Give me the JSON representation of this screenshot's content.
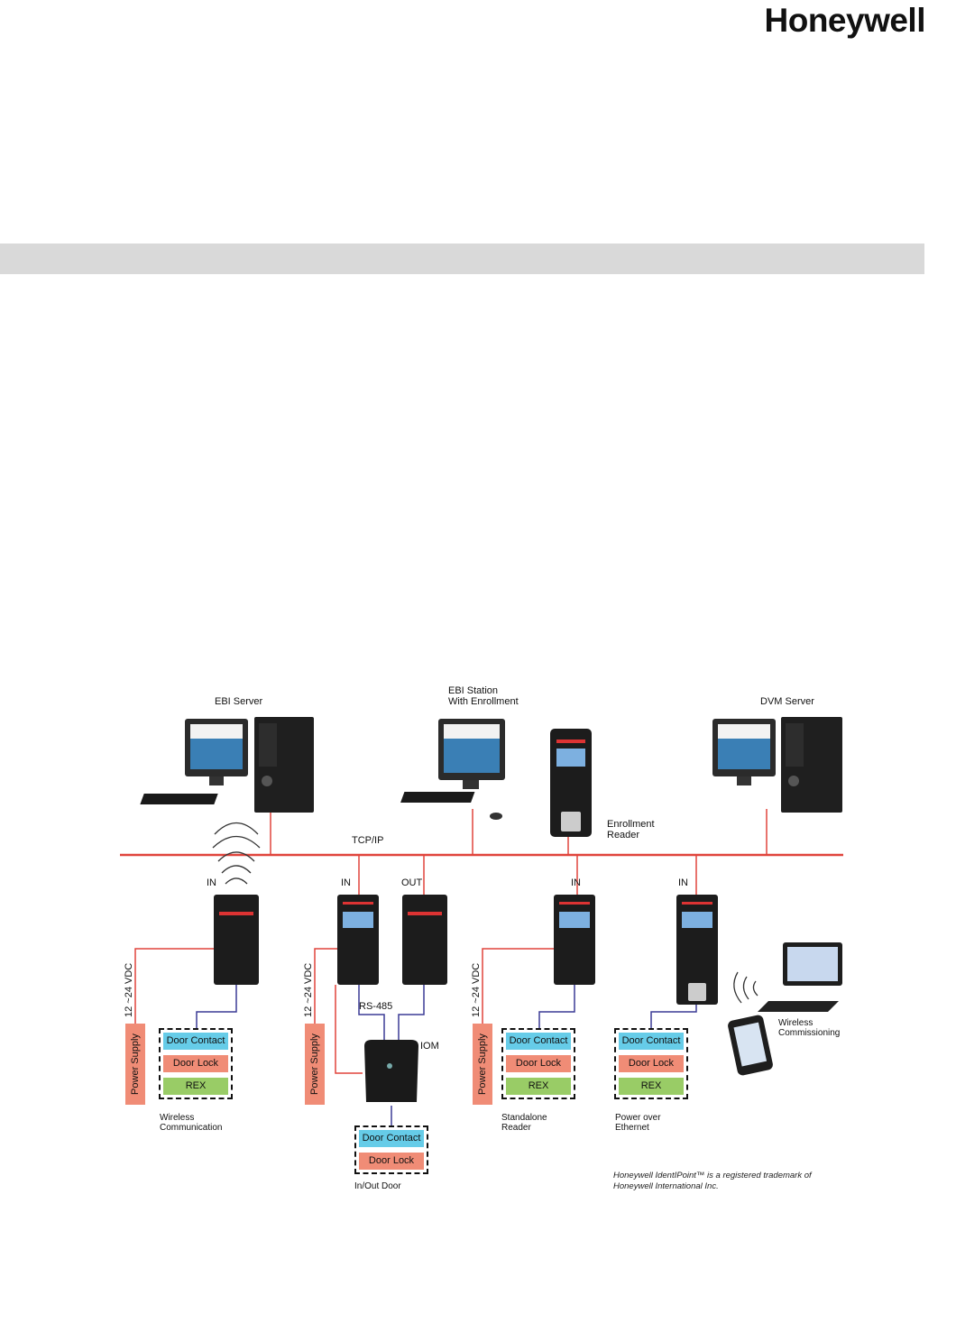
{
  "header": {
    "brand": "Honeywell"
  },
  "diagram": {
    "network_label": "TCP/IP",
    "servers": {
      "ebi_server": "EBI Server",
      "ebi_station_line1": "EBI Station",
      "ebi_station_line2": "With Enrollment",
      "dvm_server": "DVM Server",
      "enrollment_line1": "Enrollment",
      "enrollment_line2": "Reader"
    },
    "direction": {
      "in": "IN",
      "out": "OUT"
    },
    "bus": {
      "rs485": "RS-485",
      "iom": "IOM"
    },
    "power": {
      "voltage": "12 ~24 VDC",
      "supply": "Power Supply"
    },
    "io": {
      "door_contact": "Door Contact",
      "door_lock": "Door Lock",
      "rex": "REX"
    },
    "captions": {
      "wireless_comm_line1": "Wireless",
      "wireless_comm_line2": "Communication",
      "in_out_door": "In/Out Door",
      "standalone_line1": "Standalone",
      "standalone_line2": "Reader",
      "poe_line1": "Power over",
      "poe_line2": "Ethernet",
      "wireless_commissioning_line1": "Wireless",
      "wireless_commissioning_line2": "Commissioning"
    },
    "trademark_line1": "Honeywell IdentIPoint™ is a registered trademark of",
    "trademark_line2": "Honeywell International Inc."
  },
  "colors": {
    "network_line": "#e0443c",
    "power_line": "#e0443c",
    "data_line": "#3c3c96",
    "door_contact": "#66cce8",
    "door_lock": "#f08c76",
    "rex": "#99cc66",
    "band": "#d9d9d9"
  }
}
